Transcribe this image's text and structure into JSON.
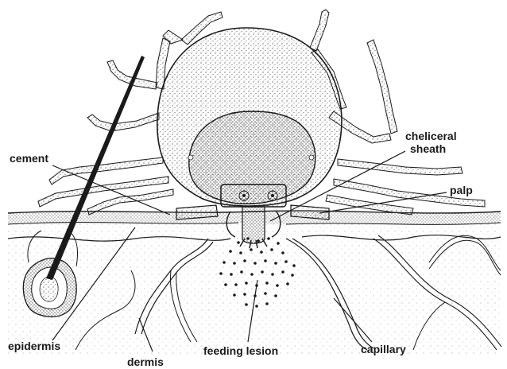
{
  "figure": {
    "labels": {
      "cement": "cement",
      "cheliceral_line1": "cheliceral",
      "cheliceral_line2": "sheath",
      "palp": "palp",
      "epidermis": "epidermis",
      "dermis": "dermis",
      "feeding_lesion": "feeding lesion",
      "capillary": "capillary"
    },
    "colors": {
      "ink": "#1a1a1a",
      "body_fill": "#f4f4f0",
      "skin_fill": "#faf9f6"
    }
  }
}
